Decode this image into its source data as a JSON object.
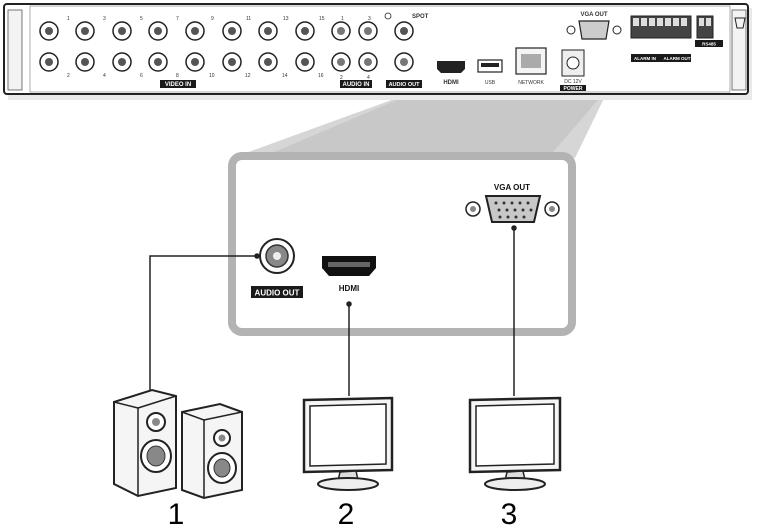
{
  "rear_panel": {
    "spot_label": "SPOT",
    "video_in_label": "VIDEO IN",
    "audio_in_label": "AUDIO IN",
    "audio_out_label": "AUDIO OUT",
    "hdmi_label": "HDMI",
    "usb_label": "USB",
    "network_label": "NETWORK",
    "vga_out_label": "VGA OUT",
    "dc_label": "DC 12V",
    "power_label": "POWER",
    "alarm_in_label": "ALARM IN",
    "alarm_out_label": "ALARM OUT",
    "rs485_label": "RS485",
    "video_top_numbers": [
      "1",
      "3",
      "5",
      "7",
      "9",
      "11",
      "13",
      "15"
    ],
    "video_bottom_numbers": [
      "2",
      "4",
      "6",
      "8",
      "10",
      "12",
      "14",
      "16"
    ],
    "audio_top_numbers": [
      "1",
      "3"
    ],
    "audio_bottom_numbers": [
      "2",
      "4"
    ]
  },
  "zoom_panel": {
    "audio_out_label": "AUDIO OUT",
    "hdmi_label": "HDMI",
    "vga_out_label": "VGA OUT"
  },
  "devices": [
    {
      "id": "speakers",
      "icon": "speaker-icon",
      "number": "1"
    },
    {
      "id": "hdmi-monitor",
      "icon": "monitor-icon",
      "number": "2"
    },
    {
      "id": "vga-monitor",
      "icon": "monitor-icon",
      "number": "3"
    }
  ],
  "colors": {
    "panel_fill": "#ffffff",
    "panel_outline": "#222222",
    "zoom_frame": "#b3b3b3",
    "zoom_background": "#ffffff",
    "label_block": "#1a1a1a"
  }
}
